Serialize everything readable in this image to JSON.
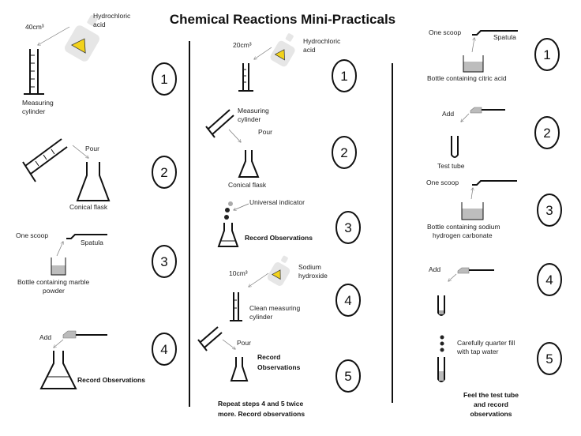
{
  "title": "Chemical Reactions Mini-Practicals",
  "colors": {
    "hazard_yellow": "#f2d21b",
    "bottle_grey": "#e6e6e6",
    "powder_grey": "#bdbdbd"
  },
  "icons": [
    "hazard-bottle-icon",
    "measuring-cylinder-icon",
    "conical-flask-icon",
    "spatula-icon",
    "powder-bottle-icon",
    "test-tube-icon",
    "dropper-icon"
  ],
  "col1": {
    "amount_40": "40cm³",
    "acid_1": "Hydrochloric",
    "acid_2": "acid",
    "cyl_1": "Measuring",
    "cyl_2": "cylinder",
    "pour": "Pour",
    "flask": "Conical flask",
    "scoop": "One scoop",
    "spatula": "Spatula",
    "marble_1": "Bottle containing marble",
    "marble_2": "powder",
    "add": "Add",
    "record": "Record Observations",
    "steps": [
      "1",
      "2",
      "3",
      "4"
    ]
  },
  "col2": {
    "amount_20": "20cm³",
    "acid_1": "Hydrochloric",
    "acid_2": "acid",
    "cyl_1": "Measuring",
    "cyl_2": "cylinder",
    "pour": "Pour",
    "flask": "Conical flask",
    "indicator": "Universal indicator",
    "record": "Record Observations",
    "amount_10": "10cm³",
    "naoh_1": "Sodium",
    "naoh_2": "hydroxide",
    "clean_1": "Clean measuring",
    "clean_2": "cylinder",
    "pour2": "Pour",
    "record2_1": "Record",
    "record2_2": "Observations",
    "repeat_1": "Repeat steps 4 and 5 twice",
    "repeat_2": "more. Record observations",
    "steps": [
      "1",
      "2",
      "3",
      "4",
      "5"
    ]
  },
  "col3": {
    "scoop1": "One scoop",
    "spatula": "Spatula",
    "citric": "Bottle containing citric acid",
    "add1": "Add",
    "testtube": "Test tube",
    "scoop2": "One scoop",
    "soda_1": "Bottle containing sodium",
    "soda_2": "hydrogen carbonate",
    "add2": "Add",
    "water_1": "Carefully quarter fill",
    "water_2": "with tap water",
    "feel_1": "Feel the test tube",
    "feel_2": "and record",
    "feel_3": "observations",
    "steps": [
      "1",
      "2",
      "3",
      "4",
      "5"
    ]
  }
}
